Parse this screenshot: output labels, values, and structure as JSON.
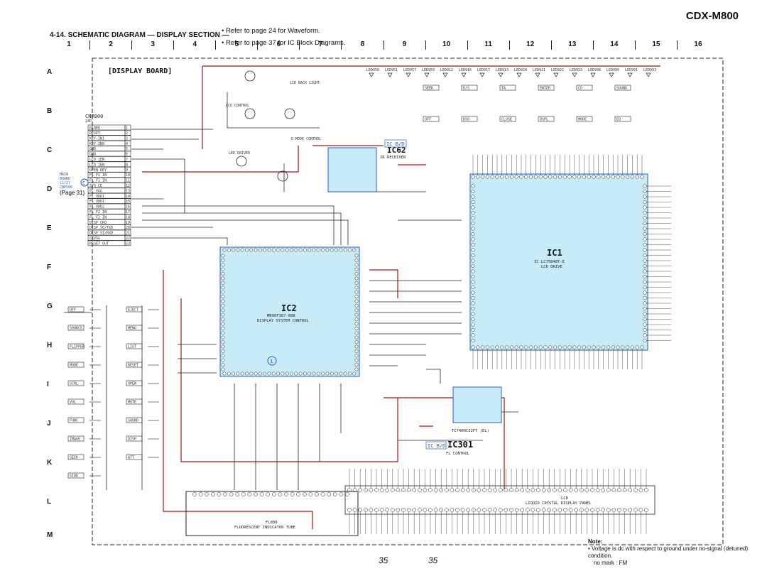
{
  "header": {
    "model": "CDX-M800",
    "title": "4-14. SCHEMATIC DIAGRAM — DISPLAY SECTION —",
    "notes": [
      "Refer to page 24 for Waveform.",
      "Refer to page 37 for IC Block Diagrams."
    ]
  },
  "grid": {
    "columns": [
      "1",
      "2",
      "3",
      "4",
      "5",
      "6",
      "7",
      "8",
      "9",
      "10",
      "11",
      "12",
      "13",
      "14",
      "15",
      "16"
    ],
    "rows": [
      "A",
      "B",
      "C",
      "D",
      "E",
      "F",
      "G",
      "H",
      "I",
      "J",
      "K",
      "L",
      "M"
    ]
  },
  "board": {
    "name": "[DISPLAY BOARD]"
  },
  "connector": {
    "ref": "CNP800",
    "pins": "24P",
    "signals": [
      "B1RED",
      "RESET",
      "KEY-IN1",
      "KEY-IN0",
      "GND",
      "GND",
      "LCD_1EN",
      "LCD_1EN",
      "OPEN KEY",
      "FL_F1 IN",
      "FL_F1 IN",
      "SYS CE",
      "FL_VGG",
      "FL_VDD1",
      "FL_VDD1",
      "FL_VDD2",
      "FL_F2 IN",
      "FL_F2 IN",
      "DISP CKO",
      "DISP SO/TXD",
      "DISP SI/RXD",
      "CKVSG",
      "RESET OUT"
    ],
    "pin_numbers": [
      "1",
      "2",
      "3",
      "4",
      "5",
      "6",
      "7",
      "8",
      "9",
      "10",
      "11",
      "12",
      "13",
      "14",
      "15",
      "16",
      "17",
      "18",
      "19",
      "20",
      "21",
      "22",
      "23"
    ],
    "main_ref": [
      "MAIN",
      "BOARD",
      "(2/2)",
      "CNP506"
    ],
    "page_ref": "(Page 31)",
    "circle_mark": "C"
  },
  "ics": {
    "ic1": {
      "name": "IC1",
      "part": "IC LC75848T-E",
      "func": "LCD DRIVE"
    },
    "ic2": {
      "name": "IC2",
      "part": "MB90F387-888",
      "func": "DISPLAY SYSTEM CONTROL"
    },
    "ic62": {
      "name": "IC62",
      "func": "IR RECEIVER",
      "ref": "IC B/D"
    },
    "ic301": {
      "name": "IC301",
      "part": "TC74HHC32FT (EL)",
      "func": "FL CONTROL",
      "ref": "IC B/D"
    },
    "ic2_circle": "1"
  },
  "lcd": {
    "ref": "LCD",
    "desc": "LIQUID CRYSTAL DISPLAY PANEL"
  },
  "fl": {
    "ref": "FL800",
    "desc": "FLUORESCENT INDICATOR TUBE"
  },
  "drivers": {
    "led_driver": "LED DRIVER",
    "lcd_back_light": "LCD BACK LIGHT",
    "lcd_control": "LCD CONTROL",
    "d_mode_control": "D.MODE CONTROL"
  },
  "switches": {
    "labels": [
      "OFF",
      "SOURCE",
      "FLIPPER",
      "MODE",
      "SCRL",
      "VOL",
      "FUNC",
      "IMAGE",
      "SEEK",
      "SIDE",
      "EJECT",
      "MENU",
      "LIST",
      "RESET",
      "OPEN",
      "MUTE",
      "SOUND",
      "DISP",
      "ATT"
    ]
  },
  "leds": {
    "labels": [
      "LED950",
      "LED951",
      "LED957",
      "LED959",
      "LED912",
      "LED916",
      "LED917",
      "LED913",
      "LED920",
      "LED921",
      "LED922",
      "LED923",
      "LED998",
      "LED999",
      "LED991",
      "LED993"
    ],
    "functions": [
      "SEEK",
      "D/S",
      "TA",
      "ENTER",
      "CD",
      "SOUND",
      "OFF",
      "DSO",
      "CLOSE",
      "DSPL",
      "MODE",
      "EQ"
    ]
  },
  "note_box": {
    "title": "Note:",
    "items": [
      "Voltage is dc with respect to ground under no-signal (detuned) condition.",
      "no mark : FM"
    ]
  },
  "page_numbers": {
    "left": "35",
    "right": "35"
  },
  "colors": {
    "wire": "#222222",
    "red_trace": "#a01818",
    "ic_fill": "#c8ecf7",
    "ref_blue": "#2a5cc8"
  }
}
